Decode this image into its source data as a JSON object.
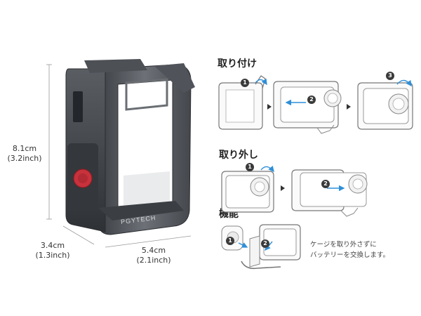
{
  "dimensions": {
    "height": {
      "cm": "8.1cm",
      "inch": "(3.2inch)"
    },
    "depth": {
      "cm": "3.4cm",
      "inch": "(1.3inch)"
    },
    "width": {
      "cm": "5.4cm",
      "inch": "(2.1inch)"
    }
  },
  "product": {
    "brand_mark": "PGYTECH"
  },
  "sections": {
    "install": {
      "title": "取り付け",
      "step_labels": [
        "1",
        "2",
        "3"
      ]
    },
    "remove": {
      "title": "取り外し",
      "step_labels": [
        "1",
        "2"
      ]
    },
    "function": {
      "title": "機能",
      "step_labels": [
        "1",
        "2"
      ],
      "note_lines": [
        "ケージを取り外さずに",
        "バッテリーを交換します。"
      ]
    }
  },
  "colors": {
    "accent_arrow": "#2f8fd8",
    "badge": "#3a3a3a",
    "red_button": "#c8323c"
  }
}
